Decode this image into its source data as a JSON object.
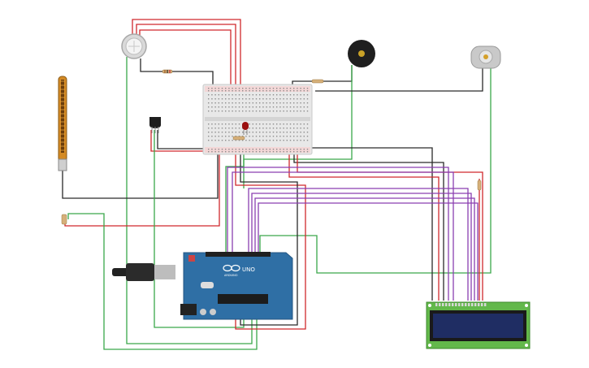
{
  "arduino": {
    "uno_label": "UNO",
    "brand_label": "ARDUINO"
  },
  "colors": {
    "wire_red": "#d0282c",
    "wire_black": "#2a2a2a",
    "wire_green": "#3aa84a",
    "wire_purple": "#8a3fb0",
    "board_blue": "#2f6fa5",
    "breadboard": "#e6e6e6",
    "lcd_green": "#63b84b",
    "lcd_screen": "#1f2d63"
  },
  "components": [
    "flex-sensor",
    "gas-sensor",
    "temperature-sensor",
    "piezo-buzzer",
    "dc-motor",
    "red-led",
    "breadboard",
    "arduino-uno",
    "lcd-16x2",
    "resistor"
  ]
}
